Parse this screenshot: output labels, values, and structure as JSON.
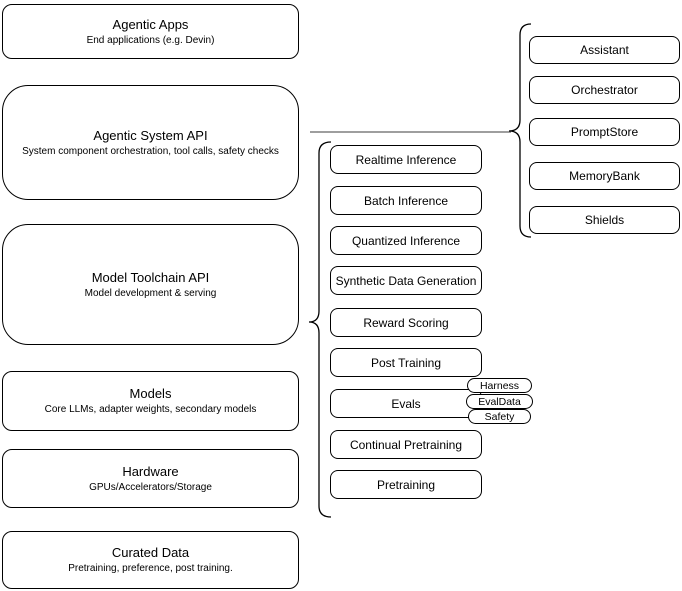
{
  "diagram": {
    "left_stack": [
      {
        "title": "Agentic Apps",
        "subtitle": "End applications (e.g. Devin)"
      },
      {
        "title": "Agentic System API",
        "subtitle": "System component orchestration, tool calls, safety checks"
      },
      {
        "title": "Model Toolchain API",
        "subtitle": "Model development & serving"
      },
      {
        "title": "Models",
        "subtitle": "Core LLMs, adapter weights, secondary models"
      },
      {
        "title": "Hardware",
        "subtitle": "GPUs/Accelerators/Storage"
      },
      {
        "title": "Curated Data",
        "subtitle": "Pretraining, preference, post training."
      }
    ],
    "toolchain_items": [
      "Realtime Inference",
      "Batch Inference",
      "Quantized Inference",
      "Synthetic Data Generation",
      "Reward Scoring",
      "Post Training",
      "Evals",
      "Continual Pretraining",
      "Pretraining"
    ],
    "eval_tags": [
      "Harness",
      "EvalData",
      "Safety"
    ],
    "system_components": [
      "Assistant",
      "Orchestrator",
      "PromptStore",
      "MemoryBank",
      "Shields"
    ],
    "colors": {
      "stroke": "#000000",
      "background": "#ffffff",
      "connector": "#7f7f7f"
    }
  }
}
